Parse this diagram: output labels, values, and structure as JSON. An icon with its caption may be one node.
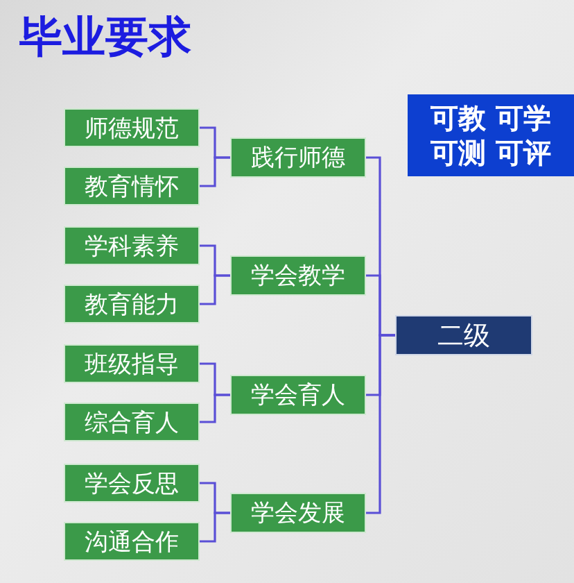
{
  "diagram": {
    "title": "毕业要求",
    "nodes": [
      {
        "text": [
          "师德规范"
        ]
      },
      {
        "text": [
          "教育情怀"
        ]
      },
      {
        "text": [
          "践行师德"
        ]
      },
      {
        "text": [
          "学科素养"
        ]
      },
      {
        "text": [
          "教育能力"
        ]
      },
      {
        "text": [
          "学会教学"
        ]
      },
      {
        "text": [
          "班级指导"
        ]
      },
      {
        "text": [
          "综合育人"
        ]
      },
      {
        "text": [
          "学会育人"
        ]
      },
      {
        "text": [
          "学会反思"
        ]
      },
      {
        "text": [
          "沟通合作"
        ]
      },
      {
        "text": [
          "学会发展"
        ]
      },
      {
        "text": [
          "二级"
        ]
      },
      {
        "text": [
          "可教 可学",
          "可测 可评"
        ]
      }
    ],
    "edges": [
      {
        "from": 0,
        "to": 2,
        "arrow": "none"
      },
      {
        "from": 1,
        "to": 2,
        "arrow": "none"
      },
      {
        "from": 3,
        "to": 5,
        "arrow": "none"
      },
      {
        "from": 4,
        "to": 5,
        "arrow": "none"
      },
      {
        "from": 6,
        "to": 8,
        "arrow": "none"
      },
      {
        "from": 7,
        "to": 8,
        "arrow": "none"
      },
      {
        "from": 9,
        "to": 11,
        "arrow": "none"
      },
      {
        "from": 10,
        "to": 11,
        "arrow": "none"
      },
      {
        "from": 2,
        "to": 12,
        "arrow": "none"
      },
      {
        "from": 5,
        "to": 12,
        "arrow": "none"
      },
      {
        "from": 8,
        "to": 12,
        "arrow": "none"
      },
      {
        "from": 11,
        "to": 12,
        "arrow": "none"
      }
    ]
  }
}
